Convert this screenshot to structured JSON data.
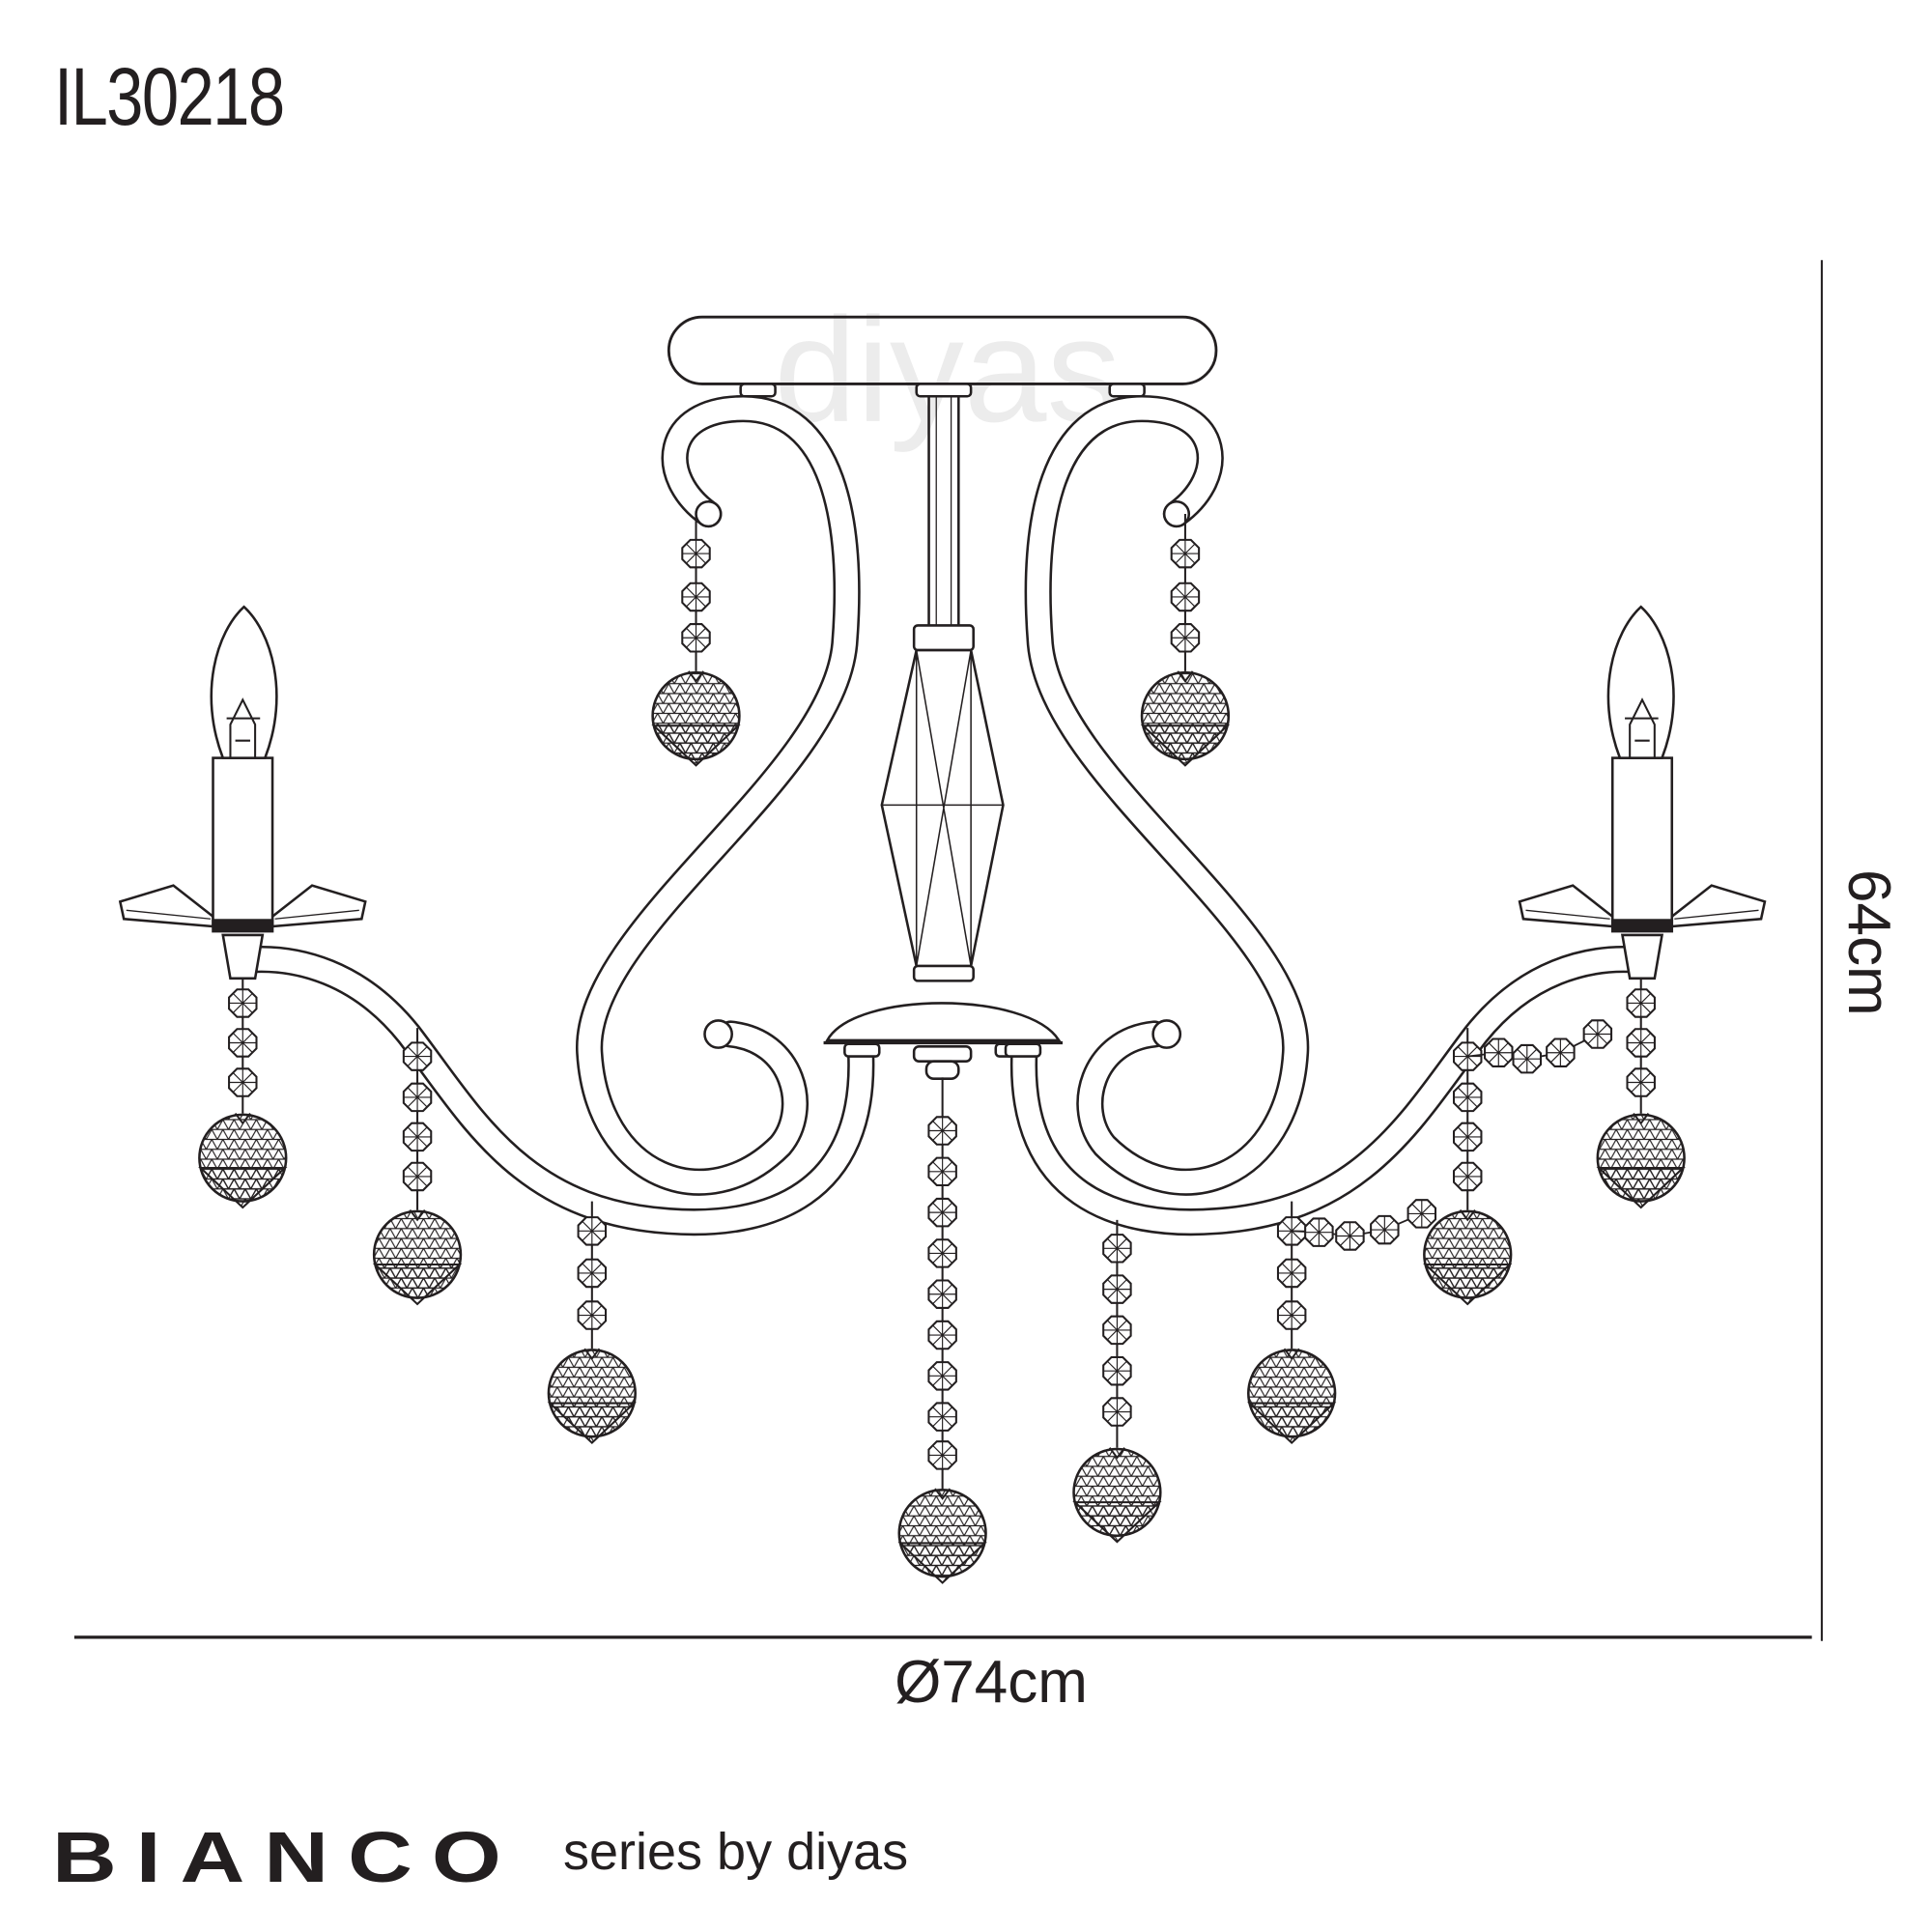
{
  "model_code": "IL30218",
  "dimensions": {
    "height": "64cm",
    "width": "Ø74cm"
  },
  "series": {
    "name": "BIANCO",
    "byline": "series by diyas"
  },
  "watermark": "diyas",
  "colors": {
    "line": "#231f20",
    "watermark": "#ececec",
    "background": "#ffffff"
  },
  "drawing": {
    "subject": "chandelier-line-drawing",
    "candles": 2,
    "crystal_drops": 10
  }
}
